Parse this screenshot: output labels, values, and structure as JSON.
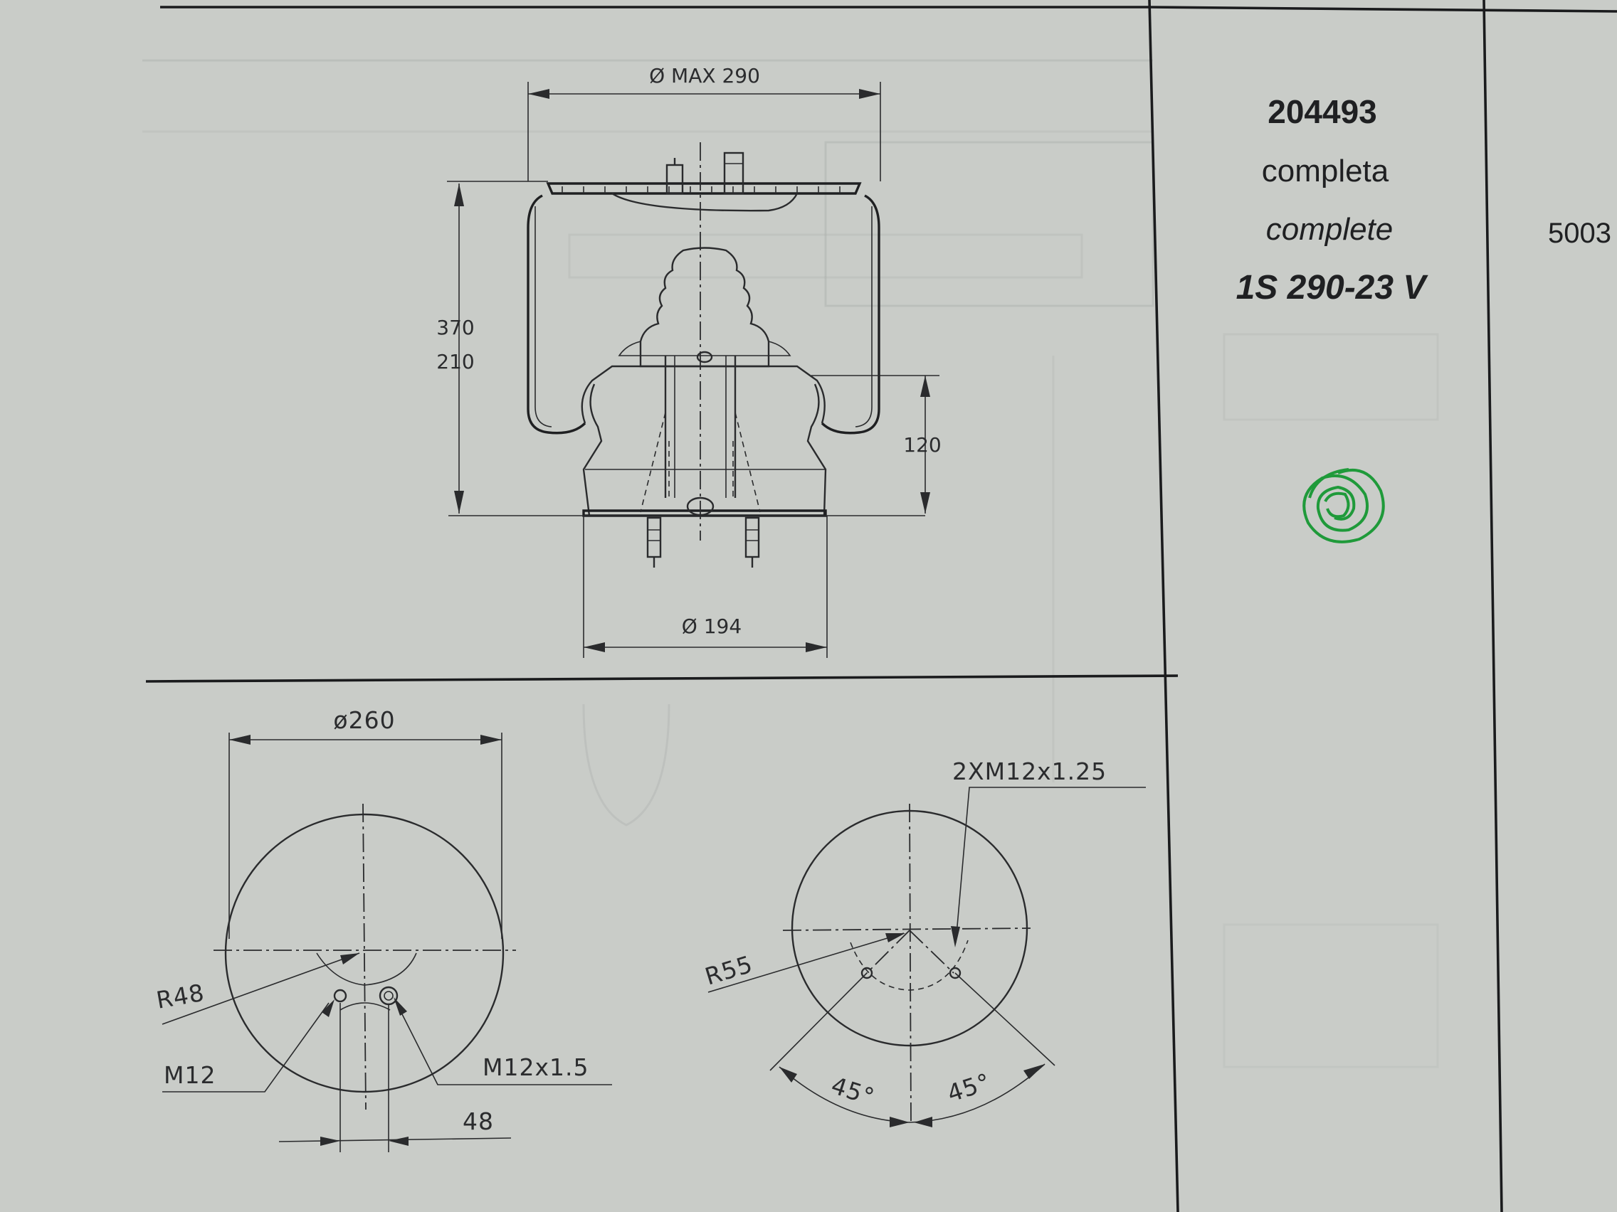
{
  "product": {
    "code": "204493",
    "desc_it": "completa",
    "desc_en": "complete",
    "model": "1S 290-23 V",
    "next_column_code": "5003"
  },
  "side_view": {
    "dia_max": "Ø MAX 290",
    "height_max": "370",
    "height_min": "210",
    "piston_height": "120",
    "piston_dia": "Ø 194"
  },
  "top_plate": {
    "dia": "ø260",
    "radius": "R48",
    "thread_a": "M12",
    "thread_b": "M12x1.5",
    "offset": "48"
  },
  "bottom_plate": {
    "threads": "2XM12x1.25",
    "radius": "R55",
    "angle_left": "45°",
    "angle_right": "45°"
  },
  "colors": {
    "paper": "#c9ccc8",
    "ink": "#2a2b2d",
    "stamp": "#1f9a3a"
  }
}
